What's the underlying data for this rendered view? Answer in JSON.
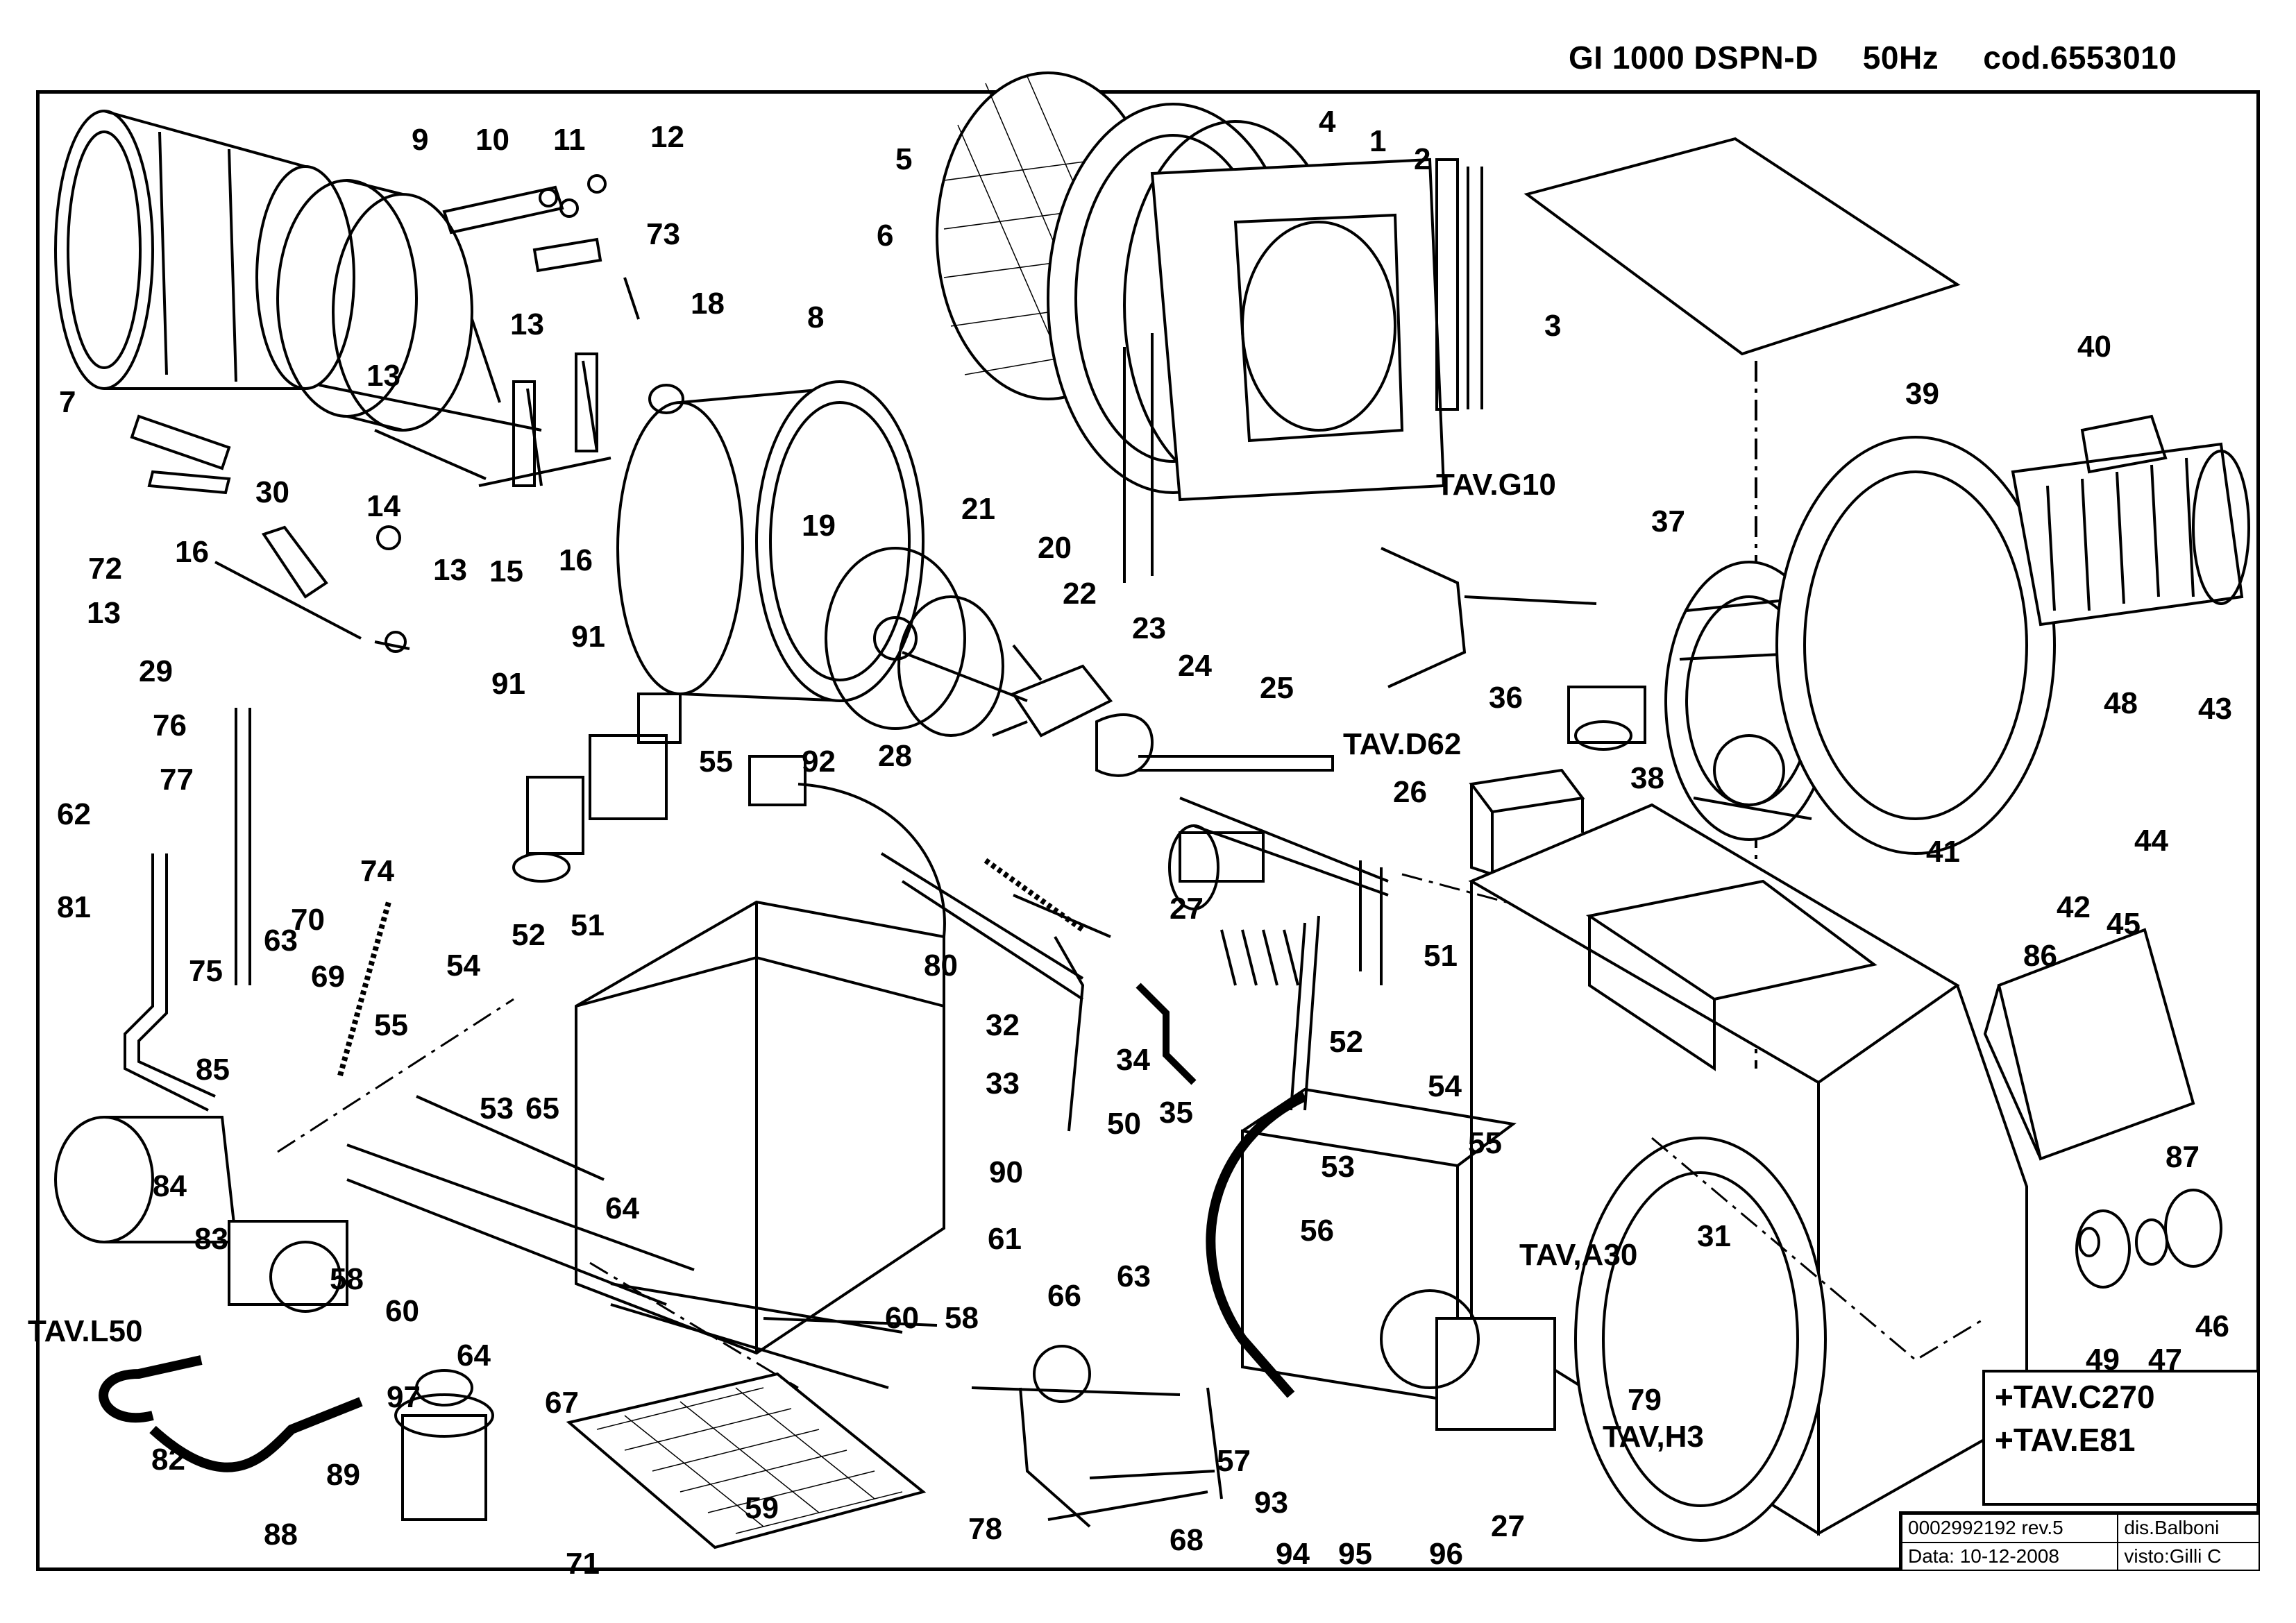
{
  "header": {
    "model": "GI 1000 DSPN-D",
    "frequency": "50Hz",
    "code": "cod.6553010"
  },
  "drawing_refs": [
    {
      "ref": "tav_g10",
      "text": "TAV.G10"
    },
    {
      "ref": "tav_d62",
      "text": "TAV.D62"
    },
    {
      "ref": "tav_l50",
      "text": "TAV.L50"
    },
    {
      "ref": "tav_a30",
      "text": "TAV,A30"
    },
    {
      "ref": "tav_h3",
      "text": "TAV,H3"
    }
  ],
  "callouts": [
    "1",
    "2",
    "3",
    "4",
    "5",
    "6",
    "7",
    "8",
    "9",
    "10",
    "11",
    "12",
    "13",
    "13",
    "13",
    "13",
    "14",
    "15",
    "16",
    "16",
    "18",
    "19",
    "20",
    "21",
    "22",
    "23",
    "24",
    "25",
    "26",
    "27",
    "27",
    "28",
    "29",
    "30",
    "31",
    "32",
    "33",
    "34",
    "35",
    "36",
    "37",
    "38",
    "39",
    "40",
    "41",
    "42",
    "43",
    "44",
    "45",
    "46",
    "47",
    "48",
    "49",
    "50",
    "51",
    "51",
    "52",
    "52",
    "53",
    "53",
    "54",
    "54",
    "55",
    "55",
    "55",
    "56",
    "57",
    "58",
    "58",
    "59",
    "60",
    "60",
    "61",
    "62",
    "63",
    "63",
    "64",
    "64",
    "65",
    "66",
    "67",
    "68",
    "69",
    "70",
    "71",
    "72",
    "73",
    "74",
    "75",
    "76",
    "77",
    "78",
    "79",
    "80",
    "81",
    "82",
    "83",
    "84",
    "85",
    "86",
    "87",
    "88",
    "89",
    "90",
    "91",
    "91",
    "92",
    "93",
    "94",
    "95",
    "96",
    "97"
  ],
  "tables_ref": {
    "line1": "+TAV.C270",
    "line2": "+TAV.E81"
  },
  "info_block": {
    "drawing_number": "0002992192 rev.5",
    "drawn_by": "dis.Balboni",
    "date": "Data: 10-12-2008",
    "checked_by": "visto:Gilli C"
  }
}
